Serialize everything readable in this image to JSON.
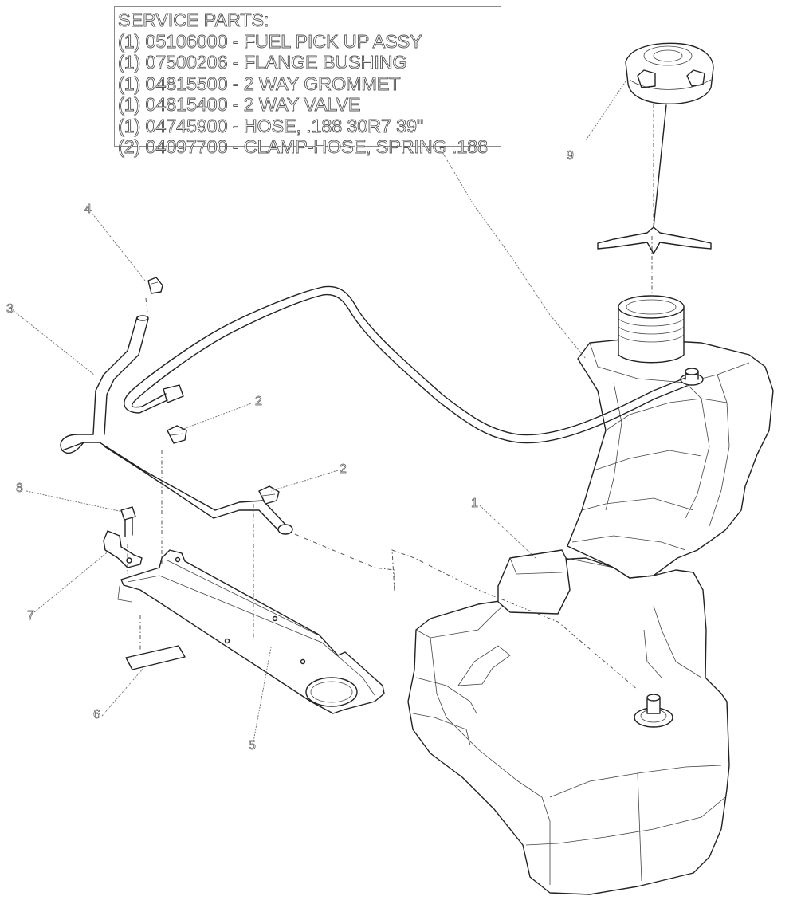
{
  "legend": {
    "lines": [
      "SERVICE PARTS:",
      "(1) 05106000 - FUEL PICK UP ASSY",
      "(1) 07500206 - FLANGE BUSHING",
      "(1) 04815500 - 2 WAY GROMMET",
      "(1) 04815400 - 2 WAY VALVE",
      "(1) 04745900 - HOSE, .188 30R7 39\"",
      "(2) 04097700 - CLAMP-HOSE, SPRING .188"
    ]
  },
  "callouts": {
    "c1": "1",
    "c2a": "2",
    "c2b": "2",
    "c3": "3",
    "c4": "4",
    "c5": "5",
    "c6": "6",
    "c7": "7",
    "c8": "8",
    "c9": "9"
  }
}
